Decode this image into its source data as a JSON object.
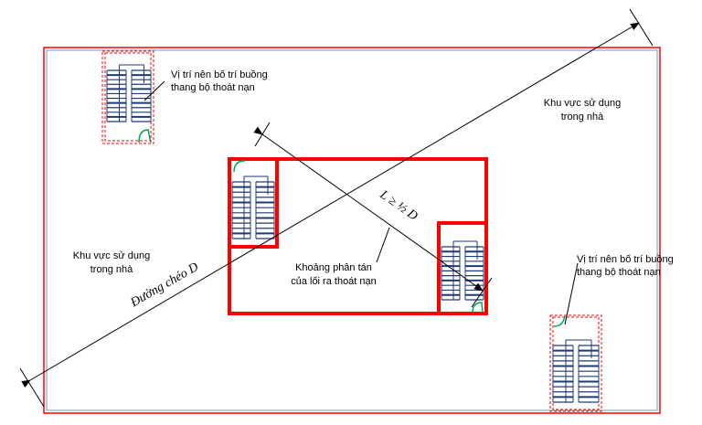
{
  "labels": {
    "stair_tl_line1": "Vị trí nên bố trí buồng",
    "stair_tl_line2": "thang bộ thoát nạn",
    "stair_br_line1": "Vị trí nên bố trí buồng",
    "stair_br_line2": "thang bộ thoát nạn",
    "area_tr_line1": "Khu vực sử dụng",
    "area_tr_line2": "trong nhà",
    "area_l_line1": "Khu vực sử dụng",
    "area_l_line2": "trong nhà",
    "center_line1": "Khoảng phân tán",
    "center_line2": "của lối ra thoát nạn",
    "diagonal": "Đường chéo D",
    "distance": "L ≥ ½ D"
  },
  "colors": {
    "wall": "#ff0000",
    "stair": "#1f3a7a",
    "door": "#00a84f",
    "inner_border": "#7a9bb5"
  }
}
